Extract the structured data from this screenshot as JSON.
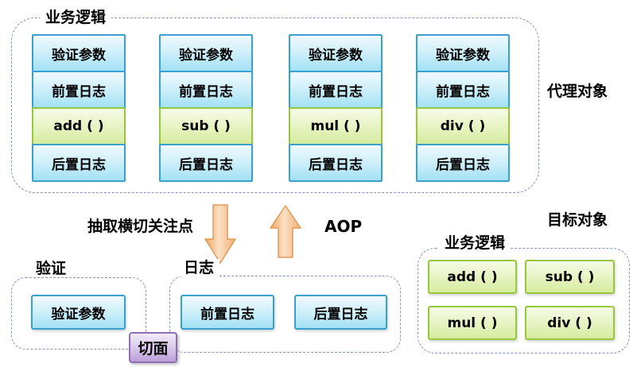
{
  "proxy": {
    "container_label": "业务逻辑",
    "side_label": "代理对象",
    "columns": [
      {
        "cells": [
          "验证参数",
          "前置日志",
          "add ( )",
          "后置日志"
        ]
      },
      {
        "cells": [
          "验证参数",
          "前置日志",
          "sub ( )",
          "后置日志"
        ]
      },
      {
        "cells": [
          "验证参数",
          "前置日志",
          "mul ( )",
          "后置日志"
        ]
      },
      {
        "cells": [
          "验证参数",
          "前置日志",
          "div ( )",
          "后置日志"
        ]
      }
    ]
  },
  "middle": {
    "extract_label": "抽取横切关注点",
    "aop_label": "AOP"
  },
  "validation": {
    "label": "验证",
    "box": "验证参数"
  },
  "log": {
    "label": "日志",
    "pre_box": "前置日志",
    "post_box": "后置日志"
  },
  "aspect": {
    "label": "切面"
  },
  "target": {
    "side_label": "目标对象",
    "container_label": "业务逻辑",
    "methods": [
      "add ( )",
      "sub ( )",
      "mul ( )",
      "div ( )"
    ]
  },
  "colors": {
    "blue_border": "#3a9fd1",
    "blue_fill_top": "#f0fafd",
    "blue_fill_bottom": "#a2e1f5",
    "green_border": "#95c83d",
    "green_fill_top": "#f6fbe6",
    "green_fill_bottom": "#d6ec9e",
    "purple_border": "#8e6db4",
    "arrow_orange": "#f3b37b",
    "dashed_border": "#8097bf"
  }
}
